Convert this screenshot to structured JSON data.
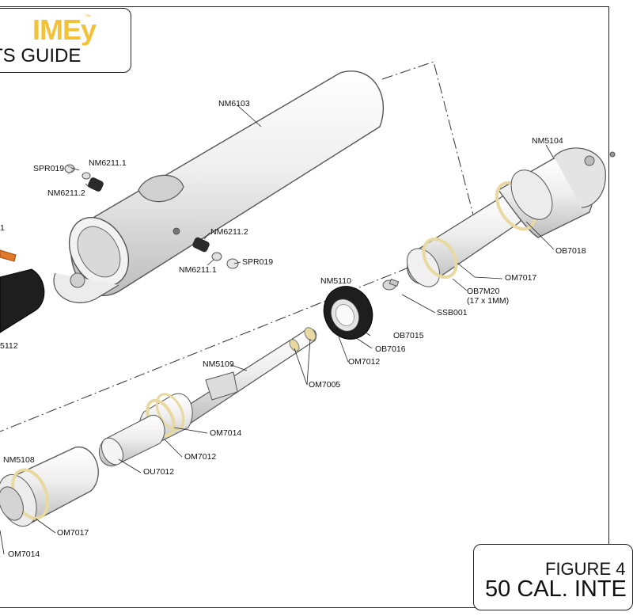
{
  "header": {
    "brand": "IMEy",
    "trademark": "™",
    "guide_title": "TS GUIDE"
  },
  "figure": {
    "number": "FIGURE 4",
    "title": "50 CAL. INTE"
  },
  "parts": {
    "nm6103": "NM6103",
    "spr019_top": "SPR019",
    "nm6211_1_top": "NM6211.1",
    "nm6211_2_top": "NM6211.2",
    "nm6211_2_mid": "NM6211.2",
    "nm6211_1_mid": "NM6211.1",
    "spr019_mid": "SPR019",
    "nm5104": "NM5104",
    "ob7018": "OB7018",
    "om7017_top": "OM7017",
    "ob7m20": "OB7M20",
    "ob7m20_size": "(17 x 1MM)",
    "ssb001": "SSB001",
    "nm5110": "NM5110",
    "ob7015": "OB7015",
    "ob7016": "OB7016",
    "om7012_top": "OM7012",
    "nm5109": "NM5109",
    "om7005": "OM7005",
    "om7014_mid": "OM7014",
    "om7012_mid": "OM7012",
    "ou7012": "OU7012",
    "nm5108": "NM5108",
    "om7017_bottom": "OM7017",
    "om7014_bottom": "OM7014",
    "left_part_number": "5112",
    "left_edge_label": "1"
  },
  "colors": {
    "brand": "#f2c23a",
    "oring_accent": "#e8d9a0",
    "orange_part": "#e07a2a",
    "dark_part": "#1e1e1e",
    "metal_fill": "#e9e9e9",
    "outline": "#555555"
  }
}
